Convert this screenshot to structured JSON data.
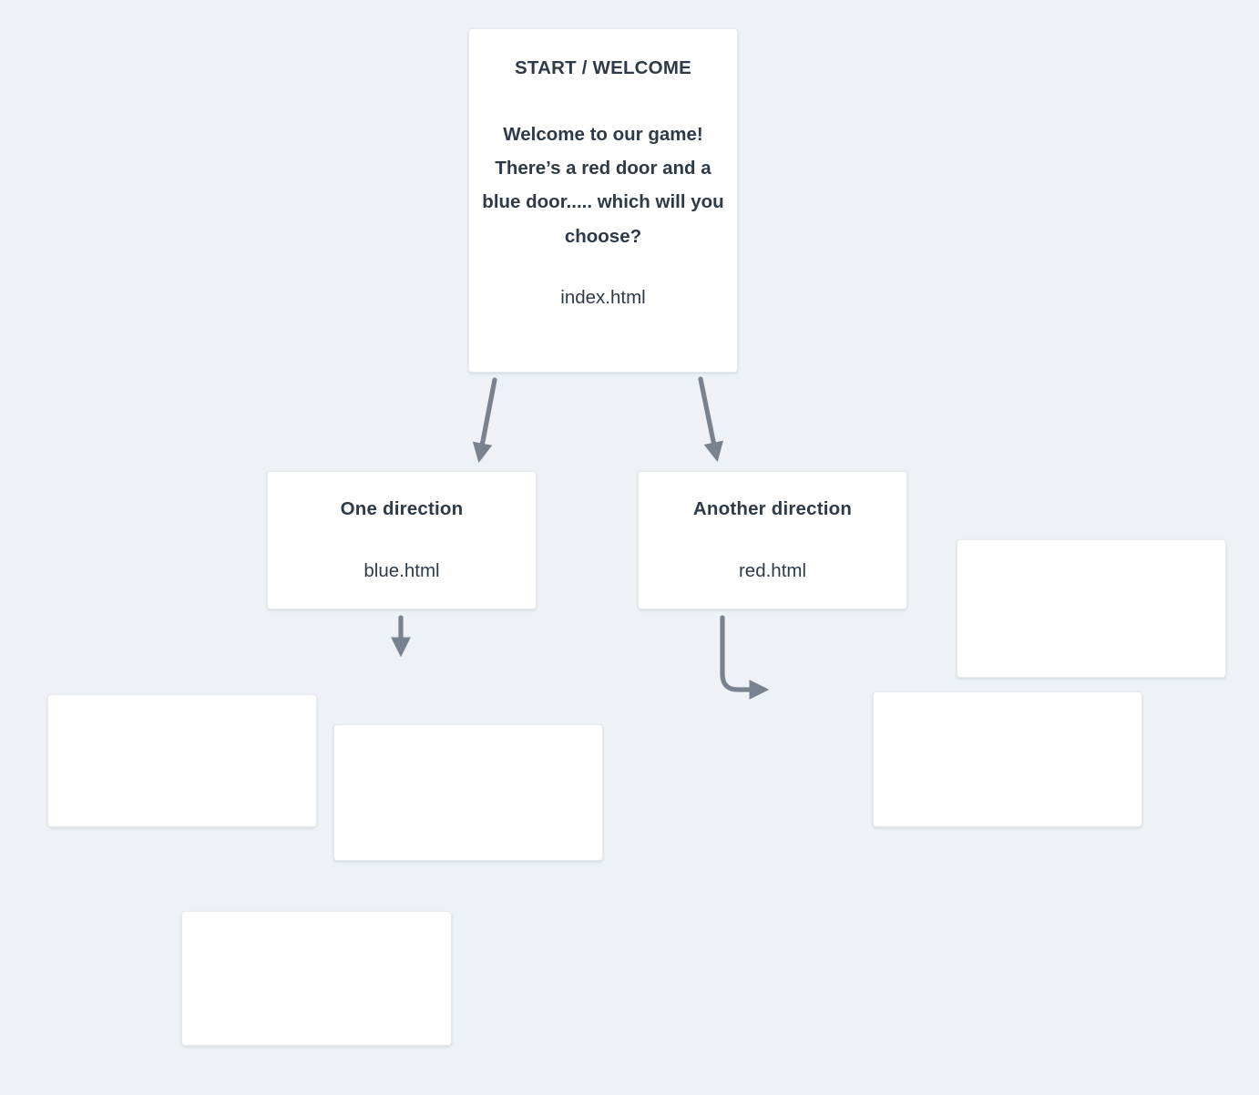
{
  "board": {
    "background_color": "#eef2f6",
    "card_background": "#ffffff",
    "text_color": "#2e3a48",
    "arrow_color": "#78838f"
  },
  "nodes": {
    "start": {
      "title": "START / WELCOME",
      "body": "Welcome to our game! There’s a red door and a blue door..... which will you choose?",
      "file": "index.html"
    },
    "blue": {
      "title": "One direction",
      "file": "blue.html"
    },
    "red": {
      "title": "Another direction",
      "file": "red.html"
    },
    "blank_1": {
      "title": "",
      "file": ""
    },
    "blank_2": {
      "title": "",
      "file": ""
    },
    "blank_3": {
      "title": "",
      "file": ""
    },
    "blank_4": {
      "title": "",
      "file": ""
    },
    "blank_5": {
      "title": "",
      "file": ""
    }
  },
  "edges": [
    {
      "id": "start-to-blue",
      "from": "start",
      "to": "blue",
      "style": "straight-diagonal",
      "arrowhead": "solid-triangle"
    },
    {
      "id": "start-to-red",
      "from": "start",
      "to": "red",
      "style": "straight-diagonal",
      "arrowhead": "solid-triangle"
    },
    {
      "id": "blue-down",
      "from": "blue",
      "to": "",
      "style": "straight-down",
      "arrowhead": "solid-triangle"
    },
    {
      "id": "red-elbow",
      "from": "red",
      "to": "",
      "style": "elbow-down-right",
      "arrowhead": "solid-triangle"
    }
  ]
}
